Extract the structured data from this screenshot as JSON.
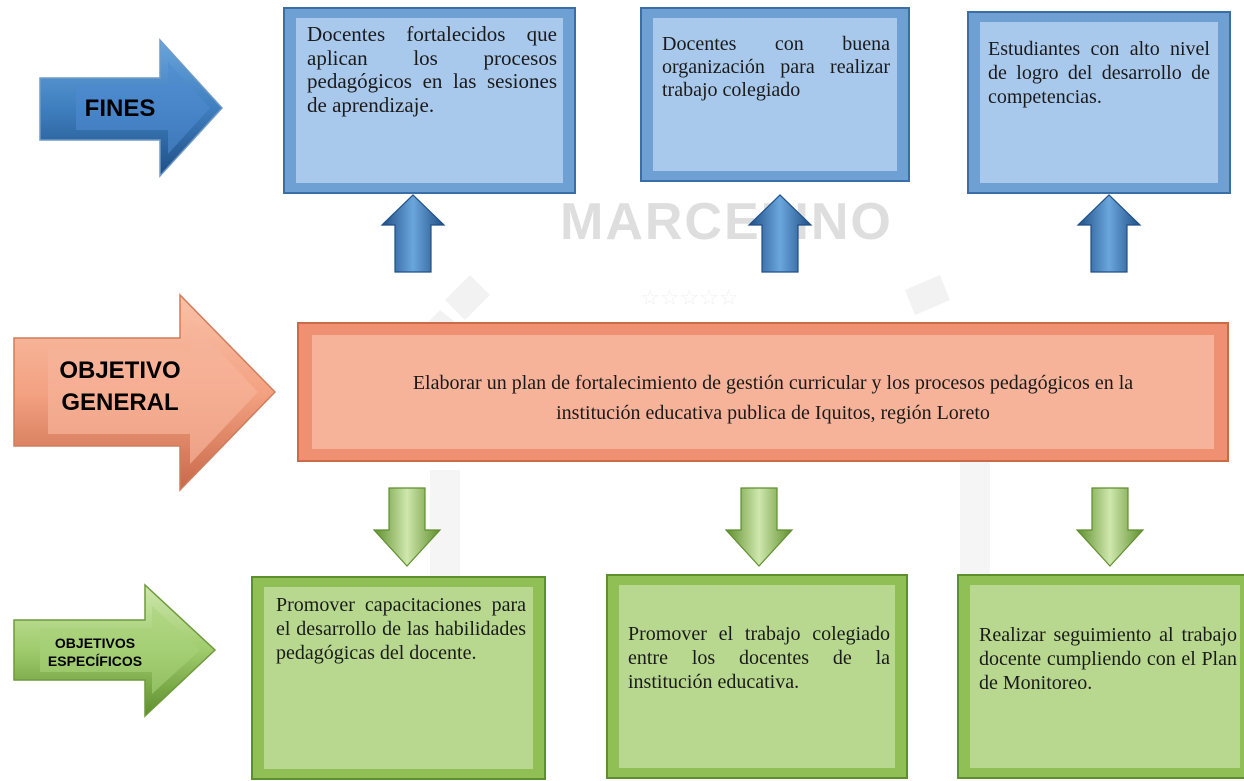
{
  "watermark": {
    "text_top": "MARCELINO",
    "colors": [
      "#dcdcdc"
    ]
  },
  "labels": {
    "fines": "FINES",
    "objetivo_general_line1": "OBJETIVO",
    "objetivo_general_line2": "GENERAL",
    "objetivos_especificos_line1": "OBJETIVOS",
    "objetivos_especificos_line2": "ESPECÍFICOS"
  },
  "fines": [
    "Docentes fortalecidos que aplican los procesos pedagógicos en las sesiones de aprendizaje.",
    "Docentes con buena organización para realizar trabajo colegiado",
    "Estudiantes con alto nivel de logro del desarrollo de competencias."
  ],
  "objetivo_general": "Elaborar un plan de fortalecimiento de gestión curricular y  los procesos pedagógicos en la institución educativa publica de Iquitos, región Loreto",
  "objetivos_especificos": [
    "Promover capacitaciones para el desarrollo de las habilidades pedagógicas del docente.",
    "Promover el trabajo colegiado entre los docentes de la institución educativa.",
    "Realizar seguimiento al trabajo docente cumpliendo con el Plan de Monitoreo."
  ],
  "colors": {
    "blue_fill": "#a9c9ec",
    "blue_arrow": "#4a86c1",
    "orange_fill": "#f6b39a",
    "green_fill": "#b7d88e",
    "green_arrow": "#8fbf55"
  }
}
